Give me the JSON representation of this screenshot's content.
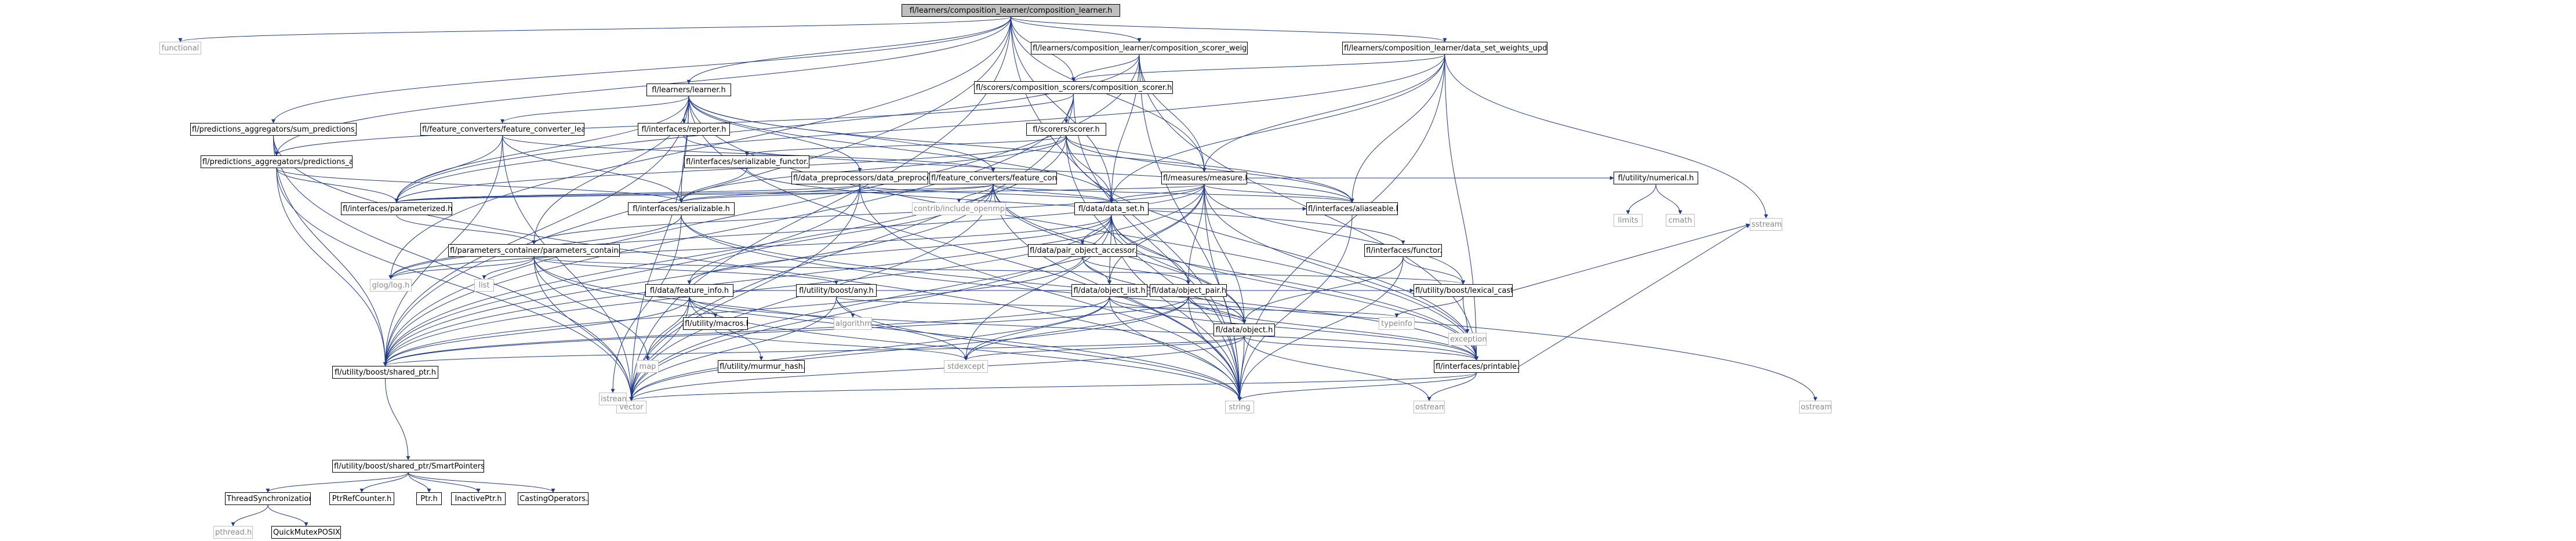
{
  "graph": {
    "nodes": [
      {
        "id": "root",
        "label": "fl/learners/composition_learner/composition_learner.h",
        "kind": "root"
      },
      {
        "id": "functional",
        "label": "functional",
        "kind": "external"
      },
      {
        "id": "csu",
        "label": "fl/learners/composition_learner/composition_scorer_weights_updater.h",
        "kind": "file"
      },
      {
        "id": "dsw",
        "label": "fl/learners/composition_learner/data_set_weights_updater.h",
        "kind": "file"
      },
      {
        "id": "learner",
        "label": "fl/learners/learner.h",
        "kind": "file"
      },
      {
        "id": "csc",
        "label": "fl/scorers/composition_scorers/composition_scorer.h",
        "kind": "file"
      },
      {
        "id": "spa",
        "label": "fl/predictions_aggregators/sum_predictions_aggregator.h",
        "kind": "file"
      },
      {
        "id": "fccl",
        "label": "fl/feature_converters/feature_converter_learner.h",
        "kind": "file"
      },
      {
        "id": "reporter",
        "label": "fl/interfaces/reporter.h",
        "kind": "file"
      },
      {
        "id": "scorer",
        "label": "fl/scorers/scorer.h",
        "kind": "file"
      },
      {
        "id": "pa",
        "label": "fl/predictions_aggregators/predictions_aggregator.h",
        "kind": "file"
      },
      {
        "id": "sfun",
        "label": "fl/interfaces/serializable_functor.h",
        "kind": "file"
      },
      {
        "id": "dpre",
        "label": "fl/data_preprocessors/data_preprocessor.h",
        "kind": "file"
      },
      {
        "id": "fconv",
        "label": "fl/feature_converters/feature_converter.h",
        "kind": "file"
      },
      {
        "id": "measure",
        "label": "fl/measures/measure.h",
        "kind": "file"
      },
      {
        "id": "numerical",
        "label": "fl/utility/numerical.h",
        "kind": "file"
      },
      {
        "id": "param",
        "label": "fl/interfaces/parameterized.h",
        "kind": "file"
      },
      {
        "id": "serial",
        "label": "fl/interfaces/serializable.h",
        "kind": "file"
      },
      {
        "id": "openmp",
        "label": "contrib/include_openmp.h",
        "kind": "external"
      },
      {
        "id": "dataset",
        "label": "fl/data/data_set.h",
        "kind": "file"
      },
      {
        "id": "alias",
        "label": "fl/interfaces/aliaseable.h",
        "kind": "file"
      },
      {
        "id": "limits",
        "label": "limits",
        "kind": "external"
      },
      {
        "id": "cmath",
        "label": "cmath",
        "kind": "external"
      },
      {
        "id": "sstream",
        "label": "sstream",
        "kind": "external"
      },
      {
        "id": "pcont",
        "label": "fl/parameters_container/parameters_container.h",
        "kind": "file"
      },
      {
        "id": "pobj",
        "label": "fl/data/pair_object_accessor.h",
        "kind": "file"
      },
      {
        "id": "functor",
        "label": "fl/interfaces/functor.h",
        "kind": "file"
      },
      {
        "id": "glog",
        "label": "glog/log.h",
        "kind": "external"
      },
      {
        "id": "list",
        "label": "list",
        "kind": "external"
      },
      {
        "id": "finfo",
        "label": "fl/data/feature_info.h",
        "kind": "file"
      },
      {
        "id": "any",
        "label": "fl/utility/boost/any.h",
        "kind": "file"
      },
      {
        "id": "olist",
        "label": "fl/data/object_list.h",
        "kind": "file"
      },
      {
        "id": "opair",
        "label": "fl/data/object_pair.h",
        "kind": "file"
      },
      {
        "id": "lcast",
        "label": "fl/utility/boost/lexical_cast.h",
        "kind": "file"
      },
      {
        "id": "macros",
        "label": "fl/utility/macros.h",
        "kind": "file"
      },
      {
        "id": "algorithm",
        "label": "algorithm",
        "kind": "external"
      },
      {
        "id": "typeinfo",
        "label": "typeinfo",
        "kind": "external"
      },
      {
        "id": "object",
        "label": "fl/data/object.h",
        "kind": "file"
      },
      {
        "id": "exception",
        "label": "exception",
        "kind": "external"
      },
      {
        "id": "map",
        "label": "map",
        "kind": "external"
      },
      {
        "id": "murmur",
        "label": "fl/utility/murmur_hash.h",
        "kind": "file"
      },
      {
        "id": "stdexcept",
        "label": "stdexcept",
        "kind": "external"
      },
      {
        "id": "printable",
        "label": "fl/interfaces/printable.h",
        "kind": "file"
      },
      {
        "id": "sptr",
        "label": "fl/utility/boost/shared_ptr.h",
        "kind": "file"
      },
      {
        "id": "vector",
        "label": "vector",
        "kind": "external"
      },
      {
        "id": "string",
        "label": "string",
        "kind": "external"
      },
      {
        "id": "ostream",
        "label": "ostream",
        "kind": "external"
      },
      {
        "id": "istream",
        "label": "istream",
        "kind": "external"
      },
      {
        "id": "ostream2",
        "label": "ostream",
        "kind": "external"
      },
      {
        "id": "smart",
        "label": "fl/utility/boost/shared_ptr/SmartPointers.h",
        "kind": "file"
      },
      {
        "id": "tsync",
        "label": "ThreadSynchronization.h",
        "kind": "file"
      },
      {
        "id": "pref",
        "label": "PtrRefCounter.h",
        "kind": "file"
      },
      {
        "id": "ptr",
        "label": "Ptr.h",
        "kind": "file"
      },
      {
        "id": "iptr",
        "label": "InactivePtr.h",
        "kind": "file"
      },
      {
        "id": "cops",
        "label": "CastingOperators.h",
        "kind": "file"
      },
      {
        "id": "pthread",
        "label": "pthread.h",
        "kind": "external"
      },
      {
        "id": "qmutex",
        "label": "QuickMutexPOSIX.h",
        "kind": "file"
      }
    ],
    "edges": [
      [
        "root",
        "functional"
      ],
      [
        "root",
        "csu"
      ],
      [
        "root",
        "dsw"
      ],
      [
        "root",
        "learner"
      ],
      [
        "root",
        "csc"
      ],
      [
        "root",
        "spa"
      ],
      [
        "root",
        "pa"
      ],
      [
        "root",
        "measure"
      ],
      [
        "root",
        "dataset"
      ],
      [
        "root",
        "sptr"
      ],
      [
        "root",
        "vector"
      ],
      [
        "root",
        "glog"
      ],
      [
        "root",
        "string"
      ],
      [
        "csu",
        "csc"
      ],
      [
        "csu",
        "measure"
      ],
      [
        "csu",
        "dataset"
      ],
      [
        "csu",
        "param"
      ],
      [
        "csu",
        "sptr"
      ],
      [
        "csu",
        "string"
      ],
      [
        "csu",
        "printable"
      ],
      [
        "dsw",
        "csc"
      ],
      [
        "dsw",
        "measure"
      ],
      [
        "dsw",
        "dataset"
      ],
      [
        "dsw",
        "param"
      ],
      [
        "dsw",
        "string"
      ],
      [
        "dsw",
        "sstream"
      ],
      [
        "dsw",
        "printable"
      ],
      [
        "dsw",
        "alias"
      ],
      [
        "learner",
        "fccl"
      ],
      [
        "learner",
        "reporter"
      ],
      [
        "learner",
        "dpre"
      ],
      [
        "learner",
        "fconv"
      ],
      [
        "learner",
        "dataset"
      ],
      [
        "learner",
        "param"
      ],
      [
        "learner",
        "serial"
      ],
      [
        "learner",
        "pcont"
      ],
      [
        "learner",
        "sptr"
      ],
      [
        "learner",
        "vector"
      ],
      [
        "learner",
        "string"
      ],
      [
        "learner",
        "alias"
      ],
      [
        "learner",
        "printable"
      ],
      [
        "csc",
        "scorer"
      ],
      [
        "csc",
        "pa"
      ],
      [
        "csc",
        "sptr"
      ],
      [
        "csc",
        "vector"
      ],
      [
        "csc",
        "string"
      ],
      [
        "spa",
        "pa"
      ],
      [
        "spa",
        "sptr"
      ],
      [
        "spa",
        "vector"
      ],
      [
        "spa",
        "string"
      ],
      [
        "fccl",
        "fconv"
      ],
      [
        "fccl",
        "param"
      ],
      [
        "fccl",
        "sptr"
      ],
      [
        "fccl",
        "serial"
      ],
      [
        "fccl",
        "vector"
      ],
      [
        "reporter",
        "alias"
      ],
      [
        "scorer",
        "measure"
      ],
      [
        "scorer",
        "dataset"
      ],
      [
        "scorer",
        "param"
      ],
      [
        "scorer",
        "serial"
      ],
      [
        "scorer",
        "sptr"
      ],
      [
        "scorer",
        "string"
      ],
      [
        "scorer",
        "alias"
      ],
      [
        "scorer",
        "printable"
      ],
      [
        "scorer",
        "sfun"
      ],
      [
        "pa",
        "param"
      ],
      [
        "pa",
        "serial"
      ],
      [
        "pa",
        "sptr"
      ],
      [
        "pa",
        "vector"
      ],
      [
        "sfun",
        "serial"
      ],
      [
        "sfun",
        "functor"
      ],
      [
        "dpre",
        "dataset"
      ],
      [
        "dpre",
        "param"
      ],
      [
        "dpre",
        "serial"
      ],
      [
        "dpre",
        "sptr"
      ],
      [
        "dpre",
        "string"
      ],
      [
        "dpre",
        "vector"
      ],
      [
        "fconv",
        "dataset"
      ],
      [
        "fconv",
        "param"
      ],
      [
        "fconv",
        "serial"
      ],
      [
        "fconv",
        "openmp"
      ],
      [
        "fconv",
        "finfo"
      ],
      [
        "fconv",
        "object"
      ],
      [
        "fconv",
        "sptr"
      ],
      [
        "fconv",
        "string"
      ],
      [
        "fconv",
        "vector"
      ],
      [
        "fconv",
        "alias"
      ],
      [
        "fconv",
        "printable"
      ],
      [
        "measure",
        "dataset"
      ],
      [
        "measure",
        "numerical"
      ],
      [
        "measure",
        "param"
      ],
      [
        "measure",
        "alias"
      ],
      [
        "measure",
        "object"
      ],
      [
        "measure",
        "olist"
      ],
      [
        "measure",
        "opair"
      ],
      [
        "measure",
        "printable"
      ],
      [
        "measure",
        "sptr"
      ],
      [
        "measure",
        "string"
      ],
      [
        "measure",
        "vector"
      ],
      [
        "measure",
        "glog"
      ],
      [
        "measure",
        "lcast"
      ],
      [
        "measure",
        "pcont"
      ],
      [
        "numerical",
        "limits"
      ],
      [
        "numerical",
        "cmath"
      ],
      [
        "param",
        "pcont"
      ],
      [
        "serial",
        "istream"
      ],
      [
        "serial",
        "ostream"
      ],
      [
        "serial",
        "glog"
      ],
      [
        "serial",
        "printable"
      ],
      [
        "dataset",
        "pobj"
      ],
      [
        "dataset",
        "finfo"
      ],
      [
        "dataset",
        "olist"
      ],
      [
        "dataset",
        "opair"
      ],
      [
        "dataset",
        "object"
      ],
      [
        "dataset",
        "alias"
      ],
      [
        "dataset",
        "printable"
      ],
      [
        "dataset",
        "sptr"
      ],
      [
        "dataset",
        "string"
      ],
      [
        "dataset",
        "vector"
      ],
      [
        "dataset",
        "stdexcept"
      ],
      [
        "dataset",
        "glog"
      ],
      [
        "alias",
        "string"
      ],
      [
        "pcont",
        "any"
      ],
      [
        "pcont",
        "lcast"
      ],
      [
        "pcont",
        "glog"
      ],
      [
        "pcont",
        "list"
      ],
      [
        "pcont",
        "map"
      ],
      [
        "pcont",
        "string"
      ],
      [
        "pcont",
        "vector"
      ],
      [
        "pcont",
        "stdexcept"
      ],
      [
        "pobj",
        "olist"
      ],
      [
        "pobj",
        "opair"
      ],
      [
        "pobj",
        "object"
      ],
      [
        "pobj",
        "sptr"
      ],
      [
        "functor",
        "object"
      ],
      [
        "functor",
        "string"
      ],
      [
        "functor",
        "lcast"
      ],
      [
        "finfo",
        "macros"
      ],
      [
        "finfo",
        "murmur"
      ],
      [
        "finfo",
        "lcast"
      ],
      [
        "finfo",
        "map"
      ],
      [
        "finfo",
        "vector"
      ],
      [
        "finfo",
        "string"
      ],
      [
        "finfo",
        "sptr"
      ],
      [
        "finfo",
        "printable"
      ],
      [
        "any",
        "algorithm"
      ],
      [
        "any",
        "typeinfo"
      ],
      [
        "any",
        "string"
      ],
      [
        "any",
        "vector"
      ],
      [
        "olist",
        "object"
      ],
      [
        "olist",
        "sptr"
      ],
      [
        "olist",
        "vector"
      ],
      [
        "olist",
        "string"
      ],
      [
        "olist",
        "stdexcept"
      ],
      [
        "olist",
        "printable"
      ],
      [
        "opair",
        "object"
      ],
      [
        "opair",
        "sptr"
      ],
      [
        "opair",
        "string"
      ],
      [
        "opair",
        "vector"
      ],
      [
        "opair",
        "stdexcept"
      ],
      [
        "opair",
        "printable"
      ],
      [
        "lcast",
        "exception"
      ],
      [
        "lcast",
        "typeinfo"
      ],
      [
        "lcast",
        "sstream"
      ],
      [
        "macros",
        "stdexcept"
      ],
      [
        "object",
        "sptr"
      ],
      [
        "object",
        "vector"
      ],
      [
        "object",
        "string"
      ],
      [
        "object",
        "stdexcept"
      ],
      [
        "object",
        "printable"
      ],
      [
        "object",
        "ostream2"
      ],
      [
        "printable",
        "string"
      ],
      [
        "printable",
        "vector"
      ],
      [
        "printable",
        "sstream"
      ],
      [
        "printable",
        "ostream2"
      ],
      [
        "sptr",
        "smart"
      ],
      [
        "smart",
        "tsync"
      ],
      [
        "smart",
        "pref"
      ],
      [
        "smart",
        "ptr"
      ],
      [
        "smart",
        "iptr"
      ],
      [
        "smart",
        "cops"
      ],
      [
        "tsync",
        "pthread"
      ],
      [
        "tsync",
        "qmutex"
      ]
    ]
  }
}
